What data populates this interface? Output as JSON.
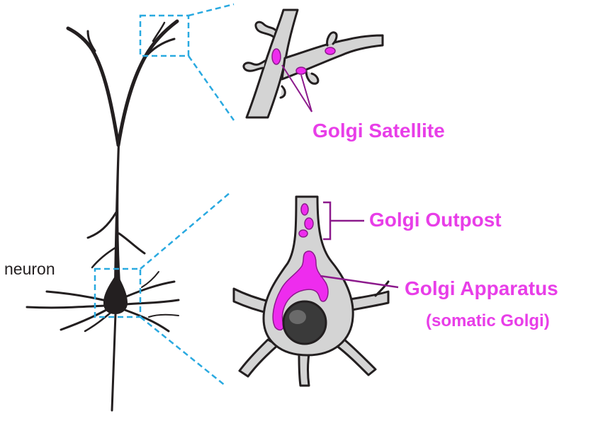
{
  "labels": {
    "neuron": "neuron",
    "golgi_satellite": "Golgi Satellite",
    "golgi_outpost": "Golgi Outpost",
    "golgi_apparatus": "Golgi Apparatus",
    "somatic_golgi": "(somatic Golgi)"
  },
  "colors": {
    "neuron_line": "#231f20",
    "cell_fill": "#d4d4d4",
    "golgi": "#ee2cee",
    "pointer_line": "#8c1a8c",
    "zoom_box": "#29a9e0",
    "nucleus": "#3a3a3a"
  }
}
